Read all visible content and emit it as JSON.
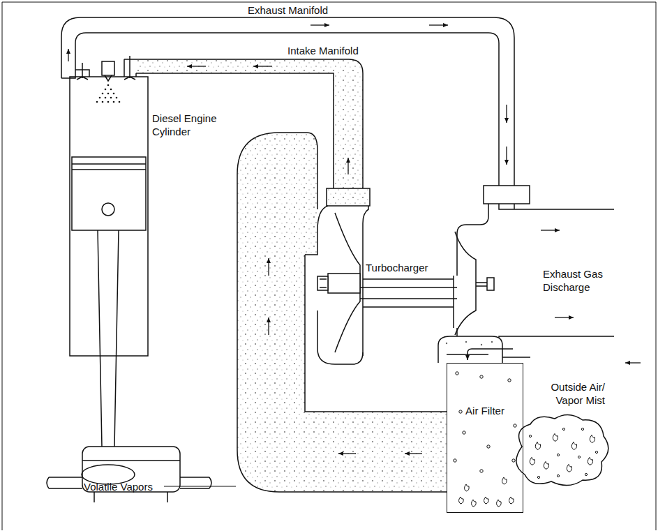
{
  "diagram": {
    "nodes": [
      {
        "text": [
          "Air Filter"
        ]
      }
    ],
    "labels": [
      "Exhaust Manifold",
      "Intake Manifold",
      "Diesel Engine Cylinder",
      "Turbocharger",
      "Exhaust Gas Discharge",
      "Outside Air/ Vapor Mist",
      "Volatile Vapors"
    ]
  }
}
